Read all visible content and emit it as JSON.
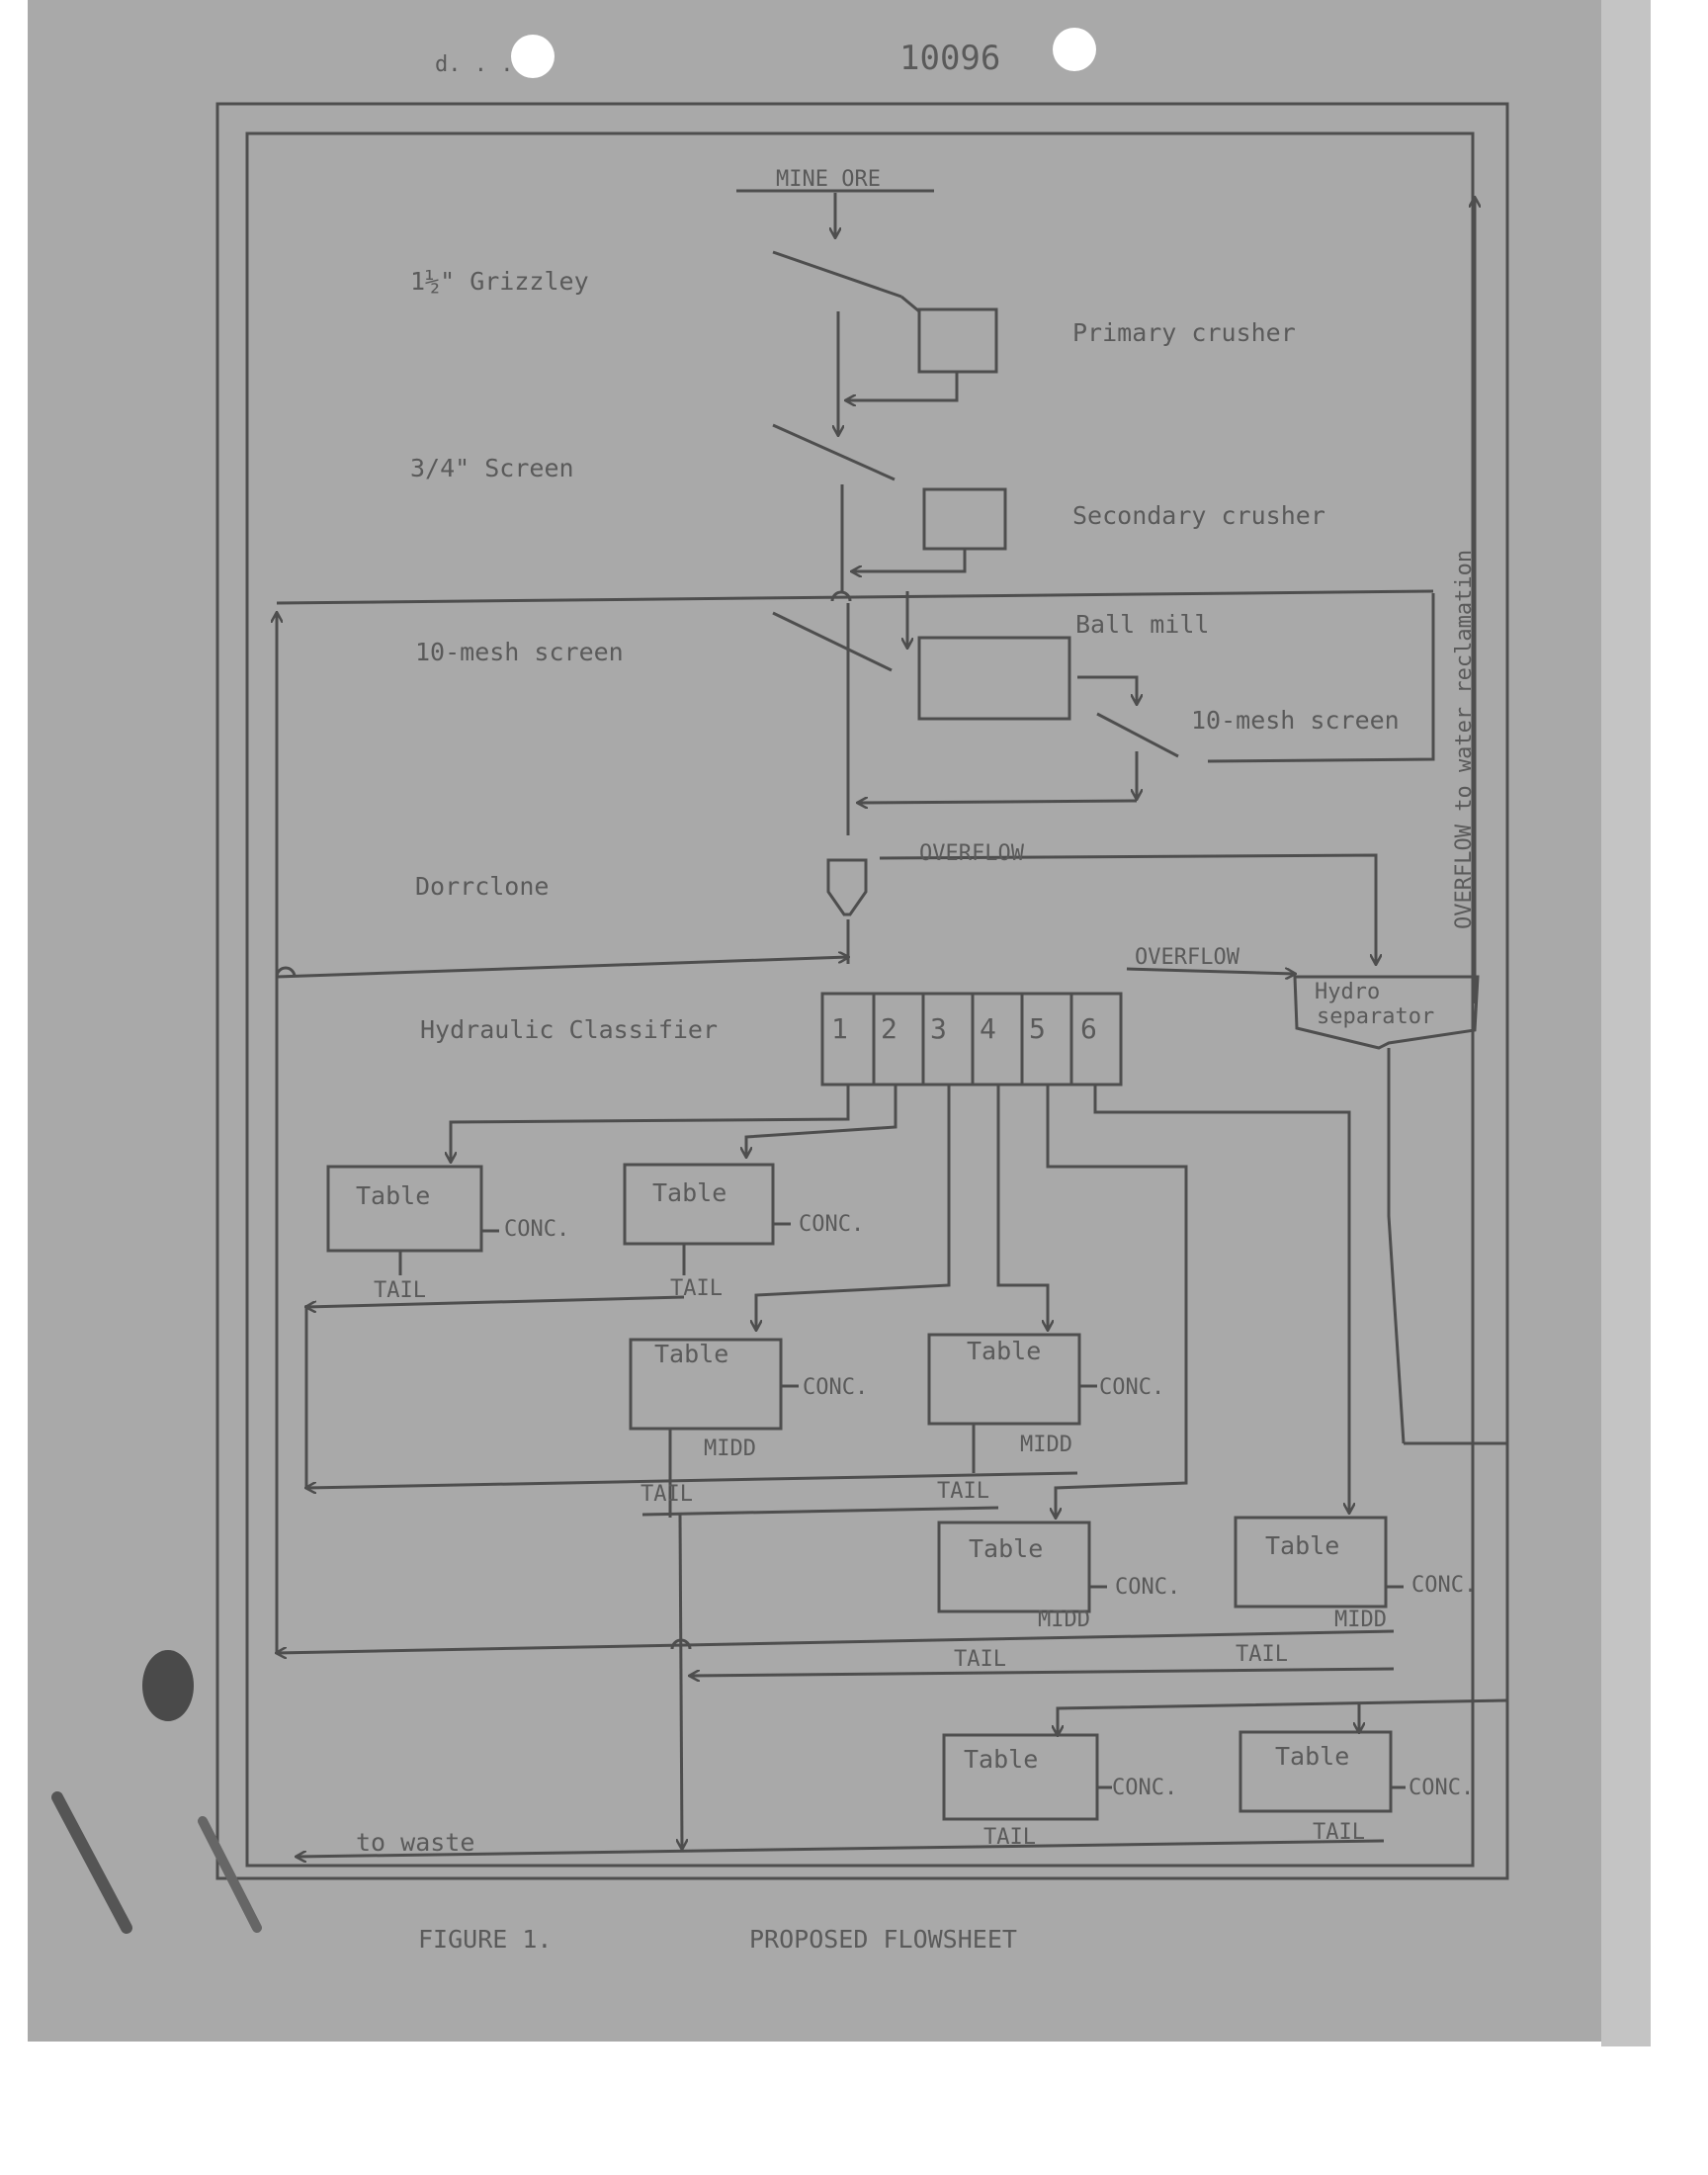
{
  "doc_number": "10096",
  "labels": {
    "mine_ore": "MINE ORE",
    "grizzley": "1½\" Grizzley",
    "primary_crusher": "Primary crusher",
    "screen_34": "3/4\" Screen",
    "secondary_crusher": "Secondary crusher",
    "screen_10_left": "10-mesh screen",
    "ball_mill": "Ball mill",
    "screen_10_right": "10-mesh screen",
    "dorrclone": "Dorrclone",
    "overflow_top": "OVERFLOW",
    "overflow_mid": "OVERFLOW",
    "hydro_1": "Hydro",
    "hydro_2": "separator",
    "water_reclamation": "OVERFLOW to water reclamation",
    "classifier": "Hydraulic Classifier",
    "to_waste": "to waste"
  },
  "classifier_cells": [
    "1",
    "2",
    "3",
    "4",
    "5",
    "6"
  ],
  "tables": [
    {
      "label": "Table",
      "conc": "CONC.",
      "tail": "TAIL"
    },
    {
      "label": "Table",
      "conc": "CONC.",
      "tail": "TAIL"
    },
    {
      "label": "Table",
      "conc": "CONC.",
      "midd": "MIDD",
      "tail": "TAIL"
    },
    {
      "label": "Table",
      "conc": "CONC.",
      "midd": "MIDD",
      "tail": "TAIL"
    },
    {
      "label": "Table",
      "conc": "CONC.",
      "midd": "MIDD",
      "tail": "TAIL"
    },
    {
      "label": "Table",
      "conc": "CONC.",
      "midd": "MIDD",
      "tail": "TAIL"
    },
    {
      "label": "Table",
      "conc": "CONC.",
      "tail": "TAIL"
    },
    {
      "label": "Table",
      "conc": "CONC.",
      "tail": "TAIL"
    }
  ],
  "caption": {
    "figure": "FIGURE 1.",
    "title": "PROPOSED FLOWSHEET"
  }
}
